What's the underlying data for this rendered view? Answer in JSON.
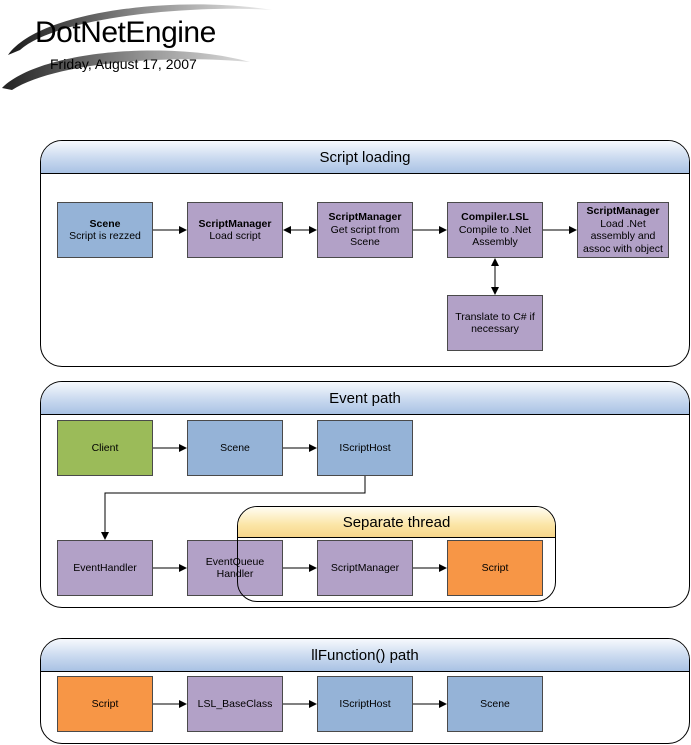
{
  "logo": {
    "title": "DotNetEngine",
    "date": "Friday, August 17, 2007"
  },
  "panels": {
    "script_loading": {
      "title": "Script loading",
      "scene": {
        "title": "Scene",
        "text": "Script is rezzed"
      },
      "load_script": {
        "title": "ScriptManager",
        "text": "Load script"
      },
      "get_script": {
        "title": "ScriptManager",
        "text": "Get script from Scene"
      },
      "compiler": {
        "title": "Compiler.LSL",
        "text": "Compile to .Net Assembly"
      },
      "load_net": {
        "title": "ScriptManager",
        "text": "Load .Net assembly and assoc with object"
      },
      "translate": {
        "text": "Translate to C# if necessary"
      }
    },
    "event_path": {
      "title": "Event path",
      "client": "Client",
      "scene": "Scene",
      "iscripthost": "IScriptHost",
      "event_handler": "EventHandler",
      "event_queue_handler": "EventQueue Handler",
      "script_manager": "ScriptManager",
      "script": "Script",
      "separate_thread": "Separate thread"
    },
    "llfunction_path": {
      "title": "llFunction() path",
      "script": "Script",
      "lsl_baseclass": "LSL_BaseClass",
      "iscripthost": "IScriptHost",
      "scene": "Scene"
    }
  },
  "colors": {
    "scene_box": "#95b3d7",
    "manager_box": "#b2a1c7",
    "client_box": "#9bbb59",
    "script_box": "#f79646",
    "panel_header": "#c9d9ef",
    "thread_header": "#fbe5a6"
  }
}
